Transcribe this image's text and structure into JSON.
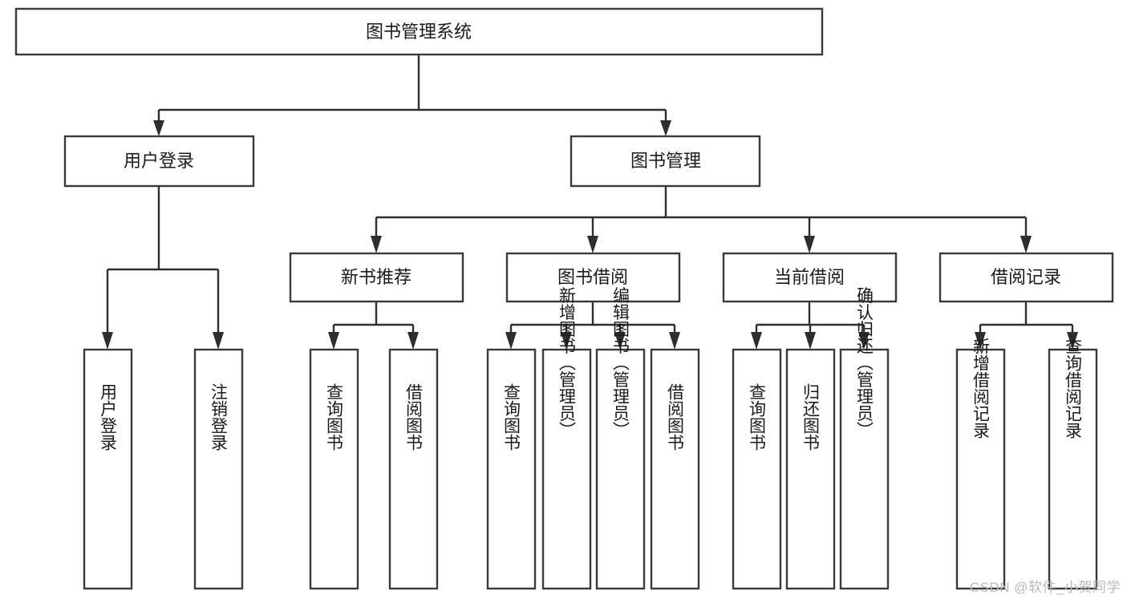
{
  "diagram": {
    "title": "图书管理系统",
    "type": "tree",
    "root": {
      "id": "root",
      "label": "图书管理系统",
      "level": 1
    },
    "level2": [
      {
        "id": "user-login",
        "label": "用户登录"
      },
      {
        "id": "book-manage",
        "label": "图书管理"
      }
    ],
    "level3": [
      {
        "id": "new-book-rec",
        "label": "新书推荐",
        "parent": "book-manage"
      },
      {
        "id": "book-borrow",
        "label": "图书借阅",
        "parent": "book-manage"
      },
      {
        "id": "current-borrow",
        "label": "当前借阅",
        "parent": "book-manage"
      },
      {
        "id": "borrow-record",
        "label": "借阅记录",
        "parent": "book-manage"
      }
    ],
    "leaves": {
      "user-login": [
        {
          "id": "leaf-user-login",
          "label": "用户登录"
        },
        {
          "id": "leaf-user-logout",
          "label": "注销登录"
        }
      ],
      "new-book-rec": [
        {
          "id": "leaf-query-book-1",
          "label": "查询图书"
        },
        {
          "id": "leaf-borrow-book-1",
          "label": "借阅图书"
        }
      ],
      "book-borrow": [
        {
          "id": "leaf-query-book-2",
          "label": "查询图书"
        },
        {
          "id": "leaf-add-book",
          "label": "新增图书（管理员）"
        },
        {
          "id": "leaf-edit-book",
          "label": "编辑图书（管理员）"
        },
        {
          "id": "leaf-borrow-book-2",
          "label": "借阅图书"
        }
      ],
      "current-borrow": [
        {
          "id": "leaf-query-book-3",
          "label": "查询图书"
        },
        {
          "id": "leaf-return-book",
          "label": "归还图书"
        },
        {
          "id": "leaf-confirm-return",
          "label": "确认归还（管理员）"
        }
      ],
      "borrow-record": [
        {
          "id": "leaf-add-record",
          "label": "新增借阅记录"
        },
        {
          "id": "leaf-query-record",
          "label": "查询借阅记录"
        }
      ]
    },
    "colors": {
      "box_stroke": "#3a3a3a",
      "box_fill": "#ffffff",
      "edge": "#2e2e2e",
      "text": "#1a1a1a",
      "watermark": "#b9b9b9",
      "background": "#ffffff"
    }
  },
  "watermark": {
    "text": "CSDN @软件_小贺同学"
  }
}
